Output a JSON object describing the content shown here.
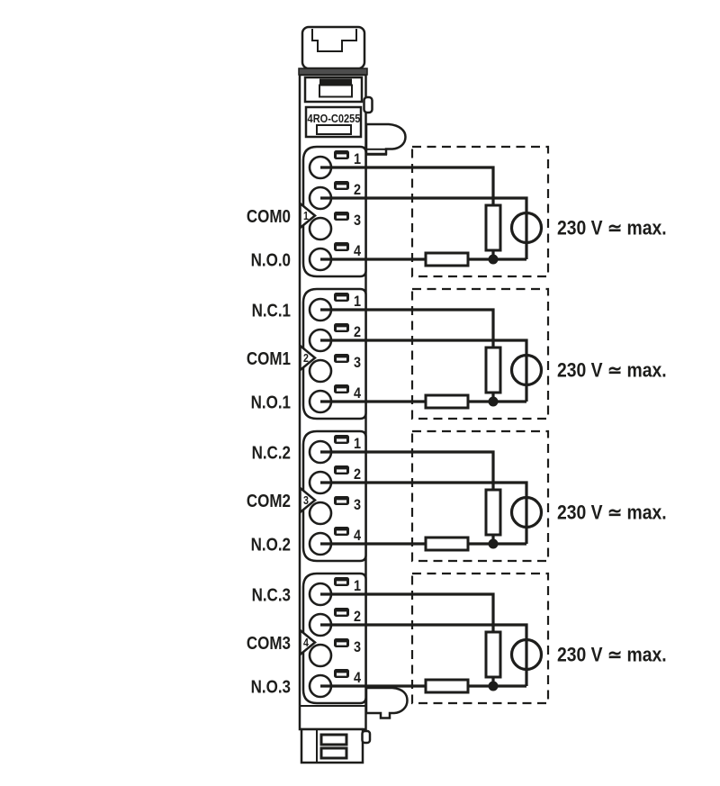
{
  "module": {
    "label": "4RO-C0255",
    "line_color": "#1d1d1b",
    "background": "#ffffff"
  },
  "groups": [
    {
      "marker": "1",
      "nc_label": "",
      "com_label": "COM0",
      "no_label": "N.O.0",
      "terminals": [
        "1",
        "2",
        "3",
        "4"
      ],
      "voltage_label": "230 V ≃ max."
    },
    {
      "marker": "2",
      "nc_label": "N.C.1",
      "com_label": "COM1",
      "no_label": "N.O.1",
      "terminals": [
        "1",
        "2",
        "3",
        "4"
      ],
      "voltage_label": "230 V ≃ max."
    },
    {
      "marker": "3",
      "nc_label": "N.C.2",
      "com_label": "COM2",
      "no_label": "N.O.2",
      "terminals": [
        "1",
        "2",
        "3",
        "4"
      ],
      "voltage_label": "230 V ≃ max."
    },
    {
      "marker": "4",
      "nc_label": "N.C.3",
      "com_label": "COM3",
      "no_label": "N.O.3",
      "terminals": [
        "1",
        "2",
        "3",
        "4"
      ],
      "voltage_label": "230 V ≃ max."
    }
  ]
}
